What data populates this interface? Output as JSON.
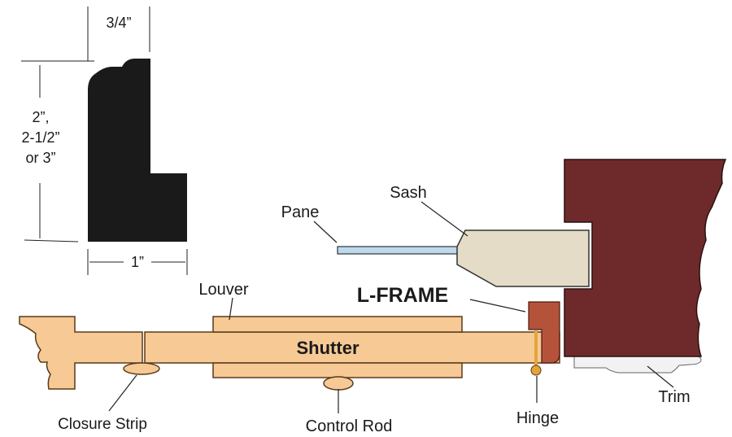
{
  "colors": {
    "profile": "#1a1a1a",
    "wood": "#f6c995",
    "wood_stroke": "#5a3a1a",
    "wall": "#6e2a2a",
    "l_frame": "#b5533a",
    "sash": "#e4dcc6",
    "pane": "#bcd9ee",
    "hinge": "#e2a53a",
    "trim": "#f2f2f2"
  },
  "dimensions": {
    "width_top": "3/4”",
    "height_line1": "2”,",
    "height_line2": "2-1/2”",
    "height_line3": "or 3”",
    "width_bottom": "1”"
  },
  "labels": {
    "pane": "Pane",
    "sash": "Sash",
    "louver": "Louver",
    "l_frame": "L-FRAME",
    "shutter": "Shutter",
    "closure_strip": "Closure Strip",
    "control_rod": "Control Rod",
    "hinge": "Hinge",
    "trim": "Trim"
  }
}
